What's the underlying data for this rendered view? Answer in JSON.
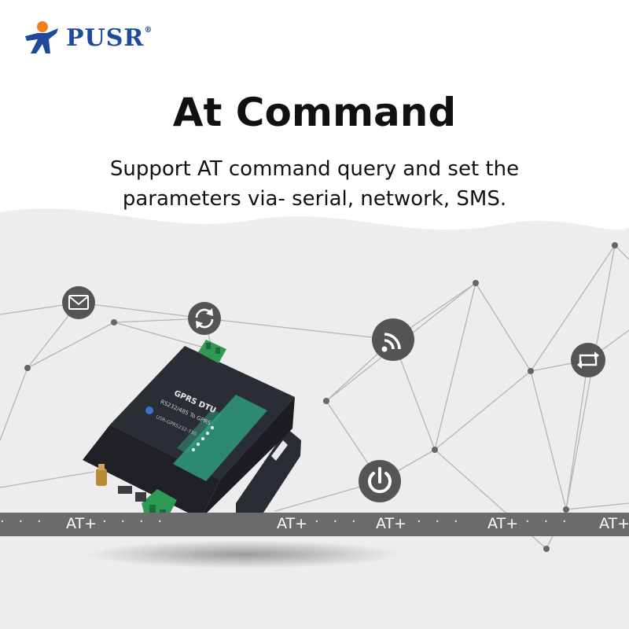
{
  "brand": {
    "name": "PUSR",
    "reg_mark": "®",
    "accent": "#1d4a9c",
    "figure_color": "#f07f20"
  },
  "headline": "At Command",
  "subtitle": {
    "line1": "Support AT command query and set the",
    "line2": "parameters via- serial, network, SMS."
  },
  "at_strip": {
    "label": "AT+"
  },
  "device": {
    "line1": "GPRS DTU",
    "line2": "RS232/485 To GPRS",
    "line3": "USR-GPRS232-730"
  },
  "icons": [
    "envelope-icon",
    "sync-icon",
    "wifi-signal-icon",
    "repeat-icon",
    "power-icon"
  ],
  "colors": {
    "device_body": "#23252b",
    "device_panel": "#2e8a6e",
    "terminal": "#2f9a55",
    "icon_circle": "#555555",
    "strip": "#6b6b6b"
  }
}
